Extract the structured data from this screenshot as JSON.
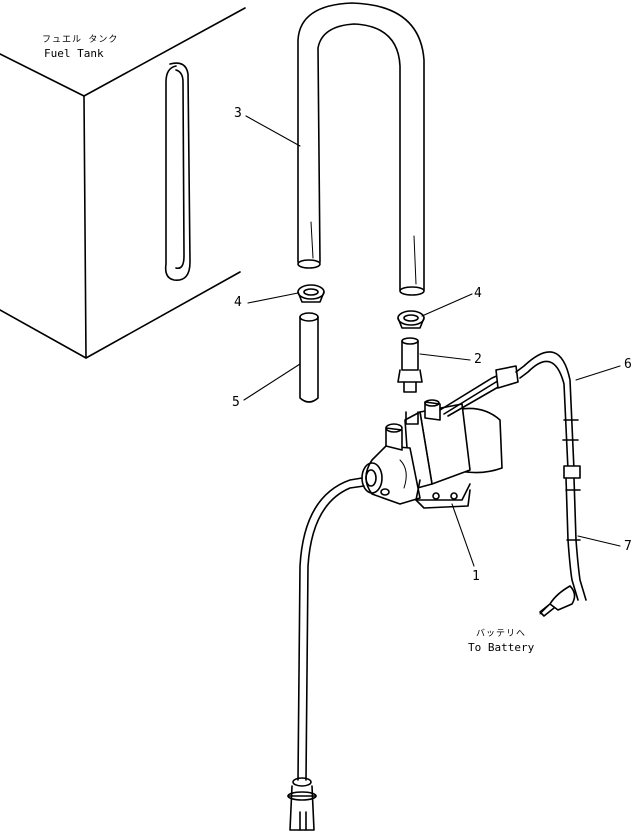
{
  "diagram": {
    "labels": {
      "fuel_tank_jp": "フュエル タンク",
      "fuel_tank_en": "Fuel Tank",
      "battery_jp": "バッテリへ",
      "battery_en": "To Battery"
    },
    "callouts": {
      "part_1": "1",
      "part_2": "2",
      "part_3": "3",
      "part_4_left": "4",
      "part_4_right": "4",
      "part_5": "5",
      "part_6": "6",
      "part_7": "7"
    }
  }
}
